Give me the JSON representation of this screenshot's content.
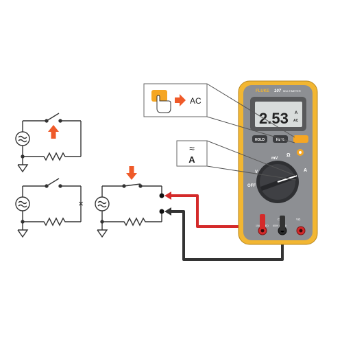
{
  "callouts": {
    "ac_step": {
      "label": "AC"
    },
    "function_symbol": {
      "wave": "≈",
      "unit": "A"
    }
  },
  "meter": {
    "brand": "FLUKE",
    "model": "107",
    "model_label": "MULTIMETER",
    "display": {
      "reading": "2.53",
      "unit": "A",
      "mode": "AC"
    },
    "buttons": {
      "hold": "HOLD",
      "hz": "Hz %"
    },
    "dial": {
      "off": "OFF",
      "mv": "mV",
      "ohm": "Ω",
      "v": "V",
      "amp": "A"
    },
    "jacks": {
      "a_label": "A",
      "a_sub": "10A FUSED",
      "com_label": "COM",
      "com_sub": "600V CAT III",
      "v_label": "VΩ"
    }
  },
  "circuits": {
    "break_mark": "×"
  },
  "colors": {
    "meter_yellow": "#f2b632",
    "meter_gray": "#8d8f93",
    "arrow_orange": "#ef5a29",
    "red_lead": "#d42a2a",
    "black_lead": "#333333",
    "callout_yellow": "#f5a623"
  }
}
